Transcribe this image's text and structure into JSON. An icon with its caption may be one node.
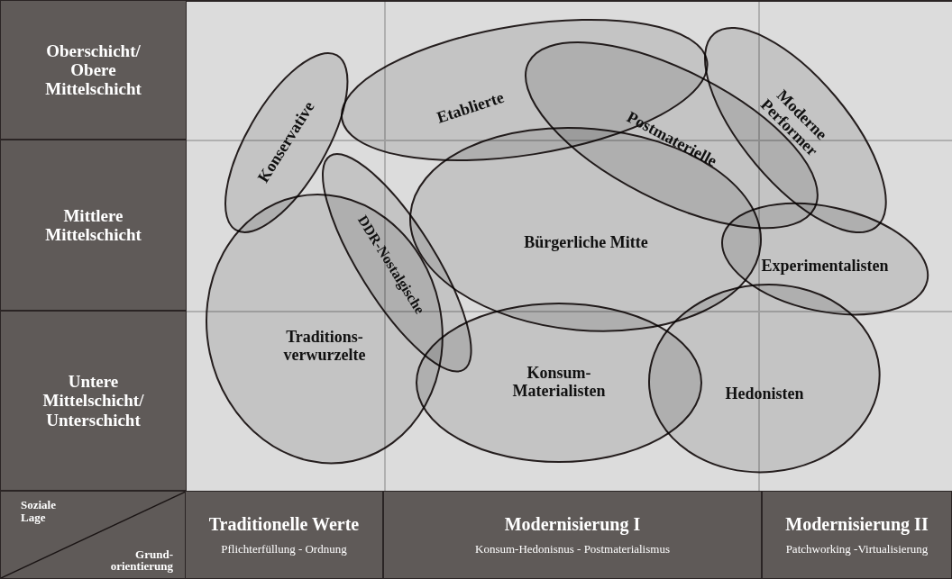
{
  "diagram": {
    "nodes": [
      {
        "text": [
          "Oberschicht/ Obere Mittelschicht"
        ]
      },
      {
        "text": [
          "Mittlere Mittelschicht"
        ]
      },
      {
        "text": [
          "Untere Mittelschicht/ Unterschicht"
        ]
      },
      {
        "text": [
          "Konservative"
        ]
      },
      {
        "text": [
          "Etablierte"
        ]
      },
      {
        "text": [
          "Postmaterielle"
        ]
      },
      {
        "text": [
          "Moderne Performer"
        ]
      },
      {
        "text": [
          "DDR-Nostalgische"
        ]
      },
      {
        "text": [
          "Bürgerliche Mitte"
        ]
      },
      {
        "text": [
          "Experimentalisten"
        ]
      },
      {
        "text": [
          "Traditions- verwurzelte"
        ]
      },
      {
        "text": [
          "Konsum- Materialisten"
        ]
      },
      {
        "text": [
          "Hedonisten"
        ]
      },
      {
        "text": [
          "Soziale Lage",
          "Grund- orientierung"
        ]
      },
      {
        "text": [
          "Traditionelle Werte",
          "Pflichterfüllung - Ordnung"
        ]
      },
      {
        "text": [
          "Modernisierung I",
          "Konsum-Hedonisnus - Postmaterialismus"
        ]
      },
      {
        "text": [
          "Modernisierung II",
          "Patchworking -Virtualisierung"
        ]
      }
    ]
  }
}
